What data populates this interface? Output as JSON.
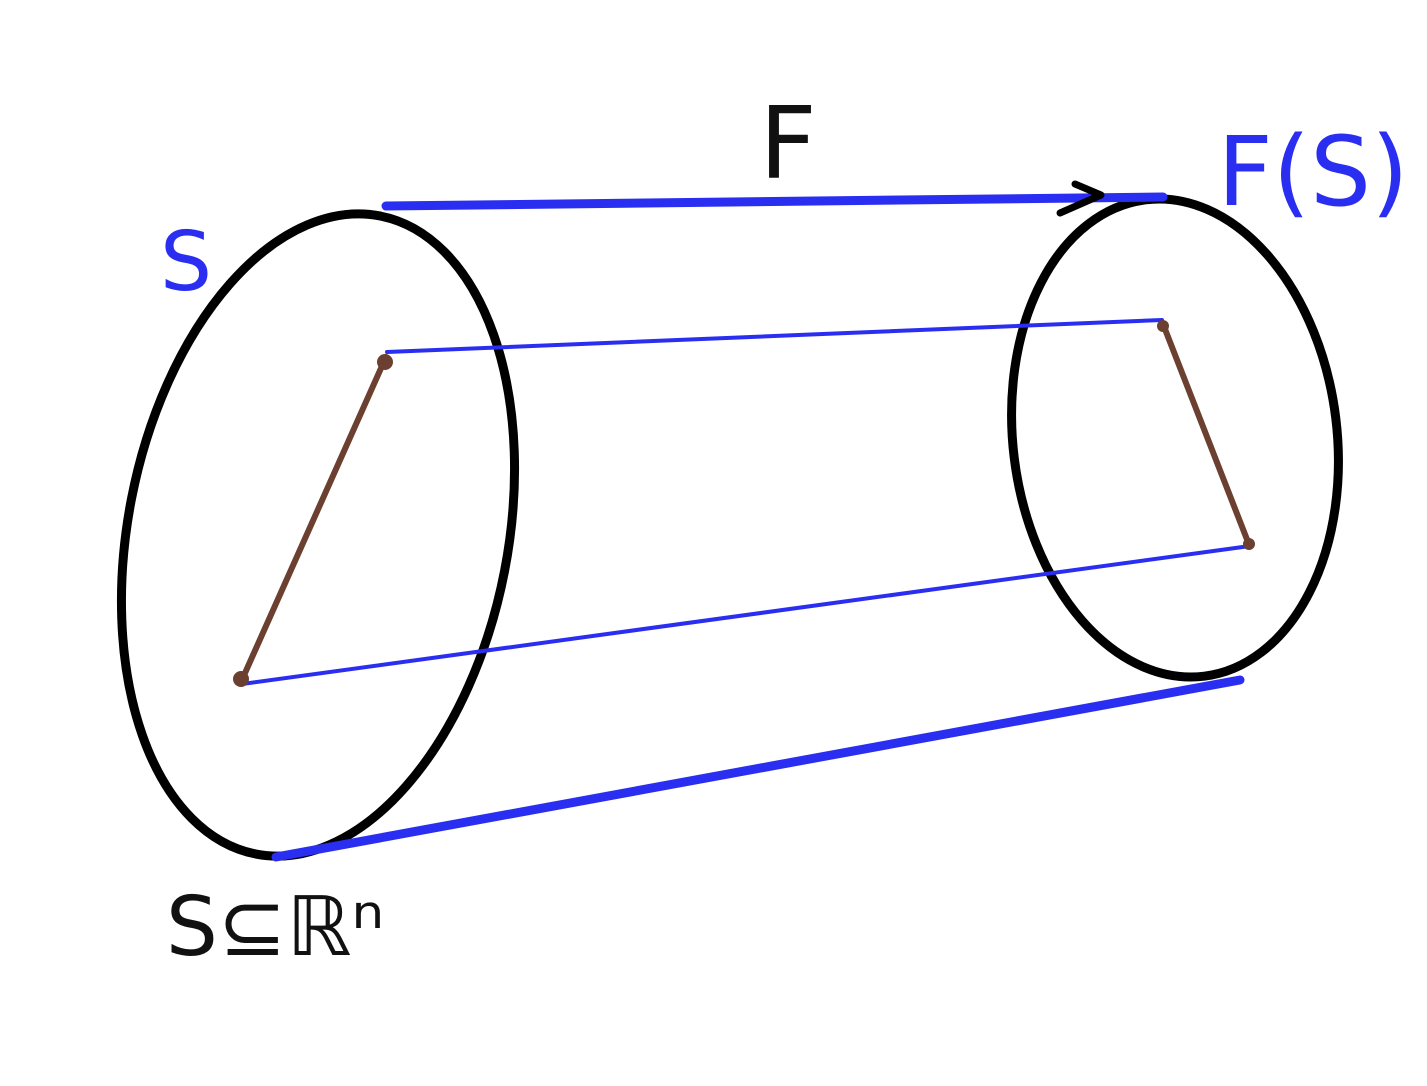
{
  "labels": {
    "map_name": "F",
    "domain_name": "S",
    "image_name": "F(S)",
    "subset_caption": "S⊆ℝⁿ"
  },
  "colors": {
    "background": "#ffffff",
    "outline": "#000000",
    "mapping": "#2a2ef0",
    "segment": "#6b4030",
    "map_label": "#111111",
    "domain_label": "#2a2ef0",
    "image_label": "#2a2ef0",
    "caption": "#111111"
  }
}
